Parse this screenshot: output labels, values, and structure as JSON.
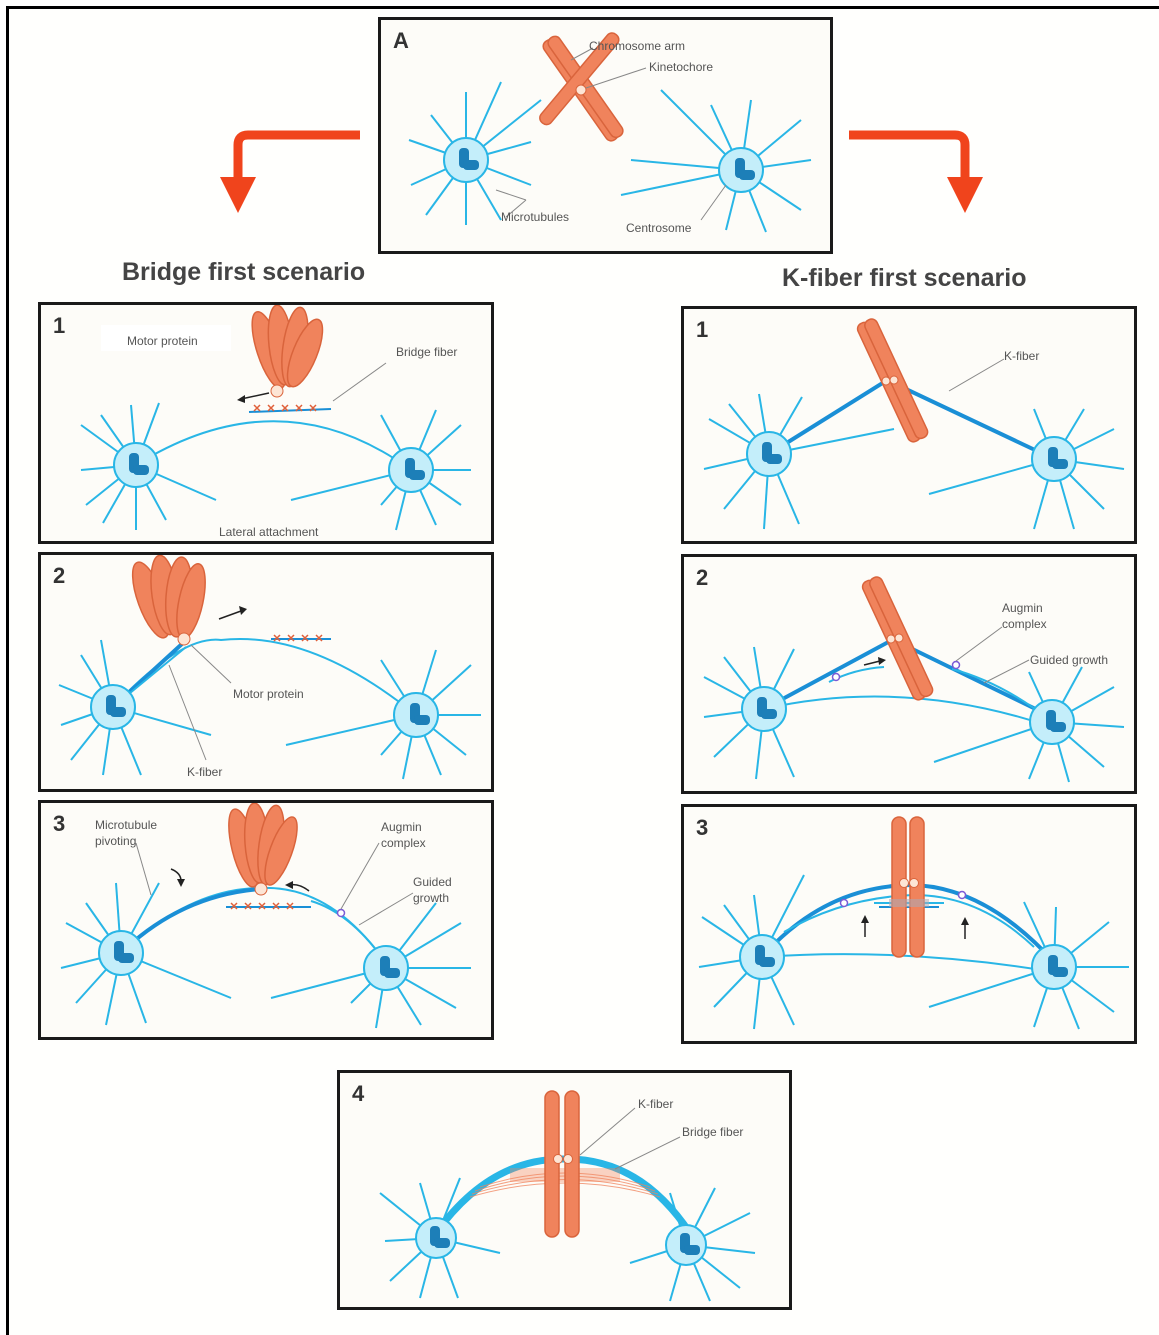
{
  "headings": {
    "bridge_first": "Bridge first scenario",
    "kfiber_first": "K-fiber first scenario"
  },
  "panel_a": {
    "number": "A",
    "chromosome_arm": "Chromosome arm",
    "kinetochore": "Kinetochore",
    "microtubules": "Microtubules",
    "centrosome": "Centrosome"
  },
  "bridge_1": {
    "number": "1",
    "motor_protein": "Motor protein",
    "bridge_fiber": "Bridge fiber",
    "lateral_attachment": "Lateral attachment"
  },
  "bridge_2": {
    "number": "2",
    "motor_protein": "Motor protein",
    "k_fiber": "K-fiber"
  },
  "bridge_3": {
    "number": "3",
    "microtubule_pivoting": "Microtubule pivoting",
    "augmin_complex": "Augmin complex",
    "guided_growth": "Guided growth"
  },
  "kfiber_1": {
    "number": "1",
    "k_fiber": "K-fiber"
  },
  "kfiber_2": {
    "number": "2",
    "augmin_complex": "Augmin complex",
    "guided_growth": "Guided growth"
  },
  "kfiber_3": {
    "number": "3"
  },
  "final_4": {
    "number": "4",
    "k_fiber": "K-fiber",
    "bridge_fiber": "Bridge fiber"
  },
  "colors": {
    "microtubule": "#29b6e6",
    "kfiber": "#1a8fd6",
    "centrosome_fill": "#c4eefa",
    "centriole": "#1d7fb8",
    "chromosome": "#f0835c",
    "chromosome_stroke": "#d9643c",
    "arrow_red": "#f0441c",
    "motor_x": "#e0603a"
  }
}
